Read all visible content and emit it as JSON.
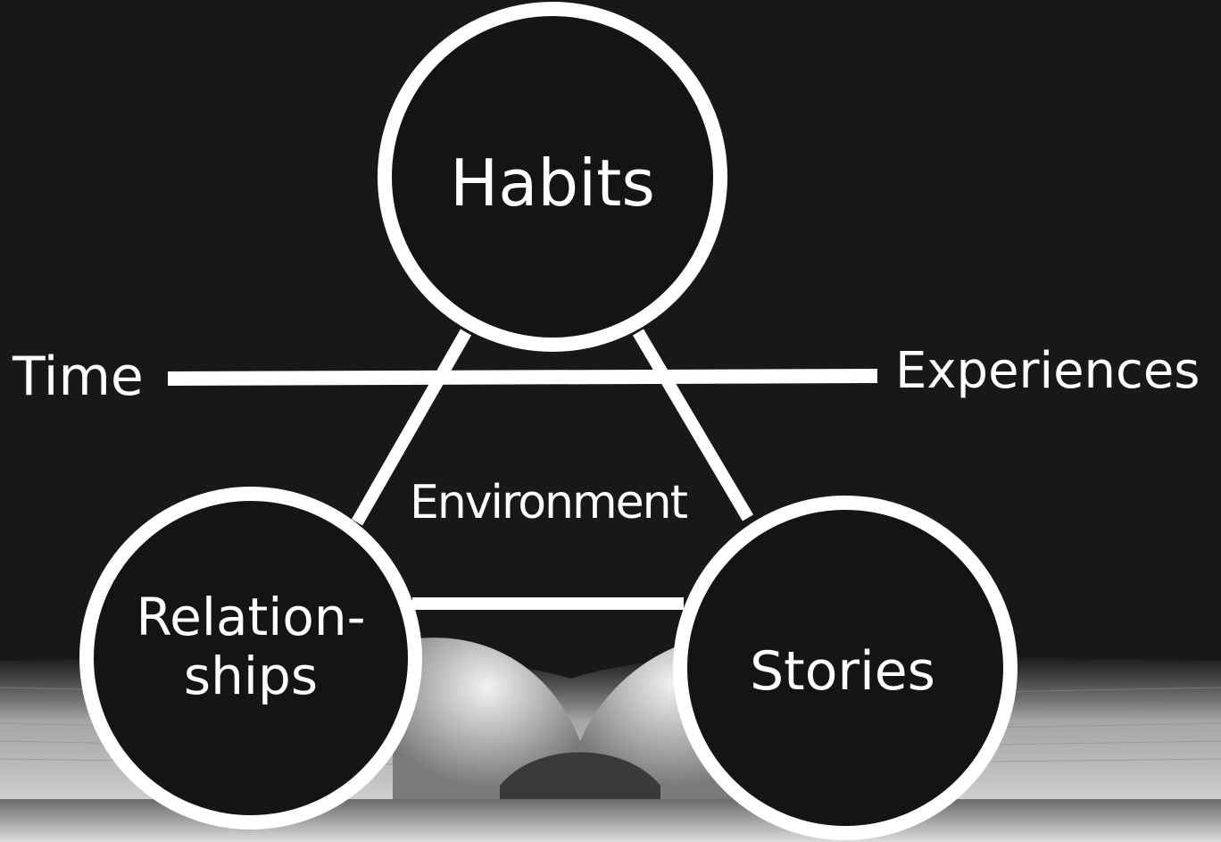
{
  "diagram": {
    "circles": {
      "top": "Habits",
      "left": "Relation-\nships",
      "right": "Stories"
    },
    "center": "Environment",
    "axis": {
      "left": "Time",
      "right": "Experiences"
    },
    "colors": {
      "background": "#181818",
      "stroke": "#ffffff",
      "circle_fill": "#141414"
    }
  },
  "icons": [
    "open-book-image"
  ]
}
